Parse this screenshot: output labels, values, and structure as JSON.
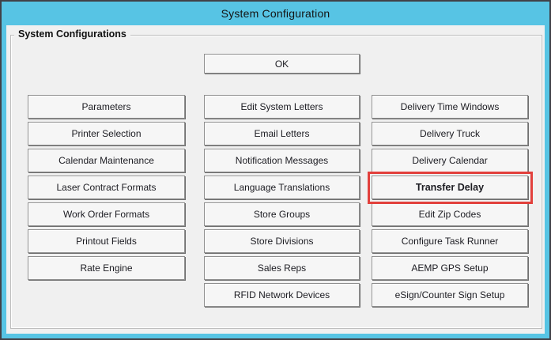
{
  "window": {
    "title": "System Configuration"
  },
  "groupbox": {
    "label": "System Configurations"
  },
  "ok_button": {
    "label": "OK"
  },
  "button_columns": {
    "left": [
      "Parameters",
      "Printer Selection",
      "Calendar Maintenance",
      "Laser Contract Formats",
      "Work Order Formats",
      "Printout Fields",
      "Rate Engine"
    ],
    "middle": [
      "Edit System Letters",
      "Email Letters",
      "Notification Messages",
      "Language Translations",
      "Store Groups",
      "Store Divisions",
      "Sales Reps",
      "RFID Network Devices"
    ],
    "right": [
      "Delivery Time Windows",
      "Delivery Truck",
      "Delivery Calendar",
      "Transfer Delay",
      "Edit Zip Codes",
      "Configure Task Runner",
      "AEMP GPS Setup",
      "eSign/Counter Sign Setup"
    ]
  },
  "highlight": {
    "target": "Transfer Delay",
    "color": "#e2403c"
  },
  "colors": {
    "titlebar_blue": "#57c4e4",
    "client_gray": "#f0f0f0",
    "button_face": "#f6f6f6",
    "text": "#1c1c22",
    "window_border": "#414147"
  }
}
